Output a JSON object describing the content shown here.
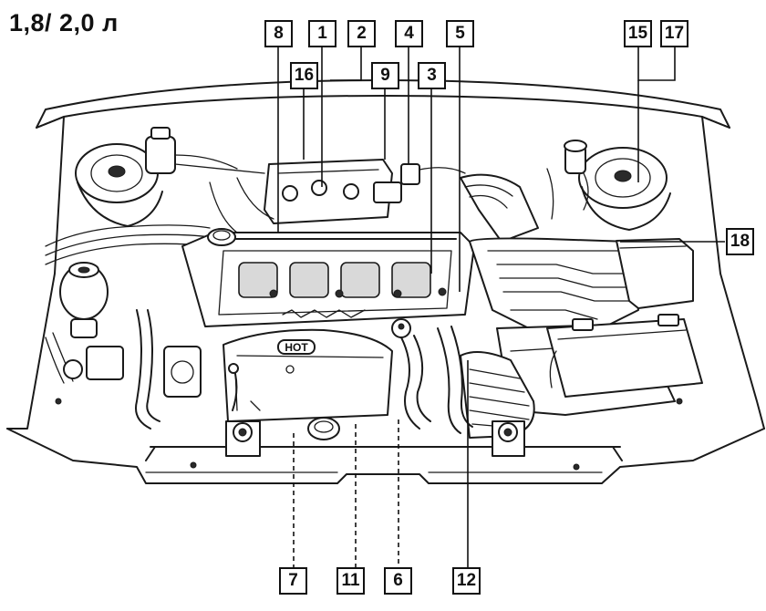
{
  "diagram": {
    "title": "1,8/ 2,0 л",
    "engine_cover_marking": "HOT",
    "callouts": {
      "c1": "1",
      "c2": "2",
      "c3": "3",
      "c4": "4",
      "c5": "5",
      "c6": "6",
      "c7": "7",
      "c8": "8",
      "c9": "9",
      "c11": "11",
      "c12": "12",
      "c15": "15",
      "c16": "16",
      "c17": "17",
      "c18": "18"
    }
  }
}
